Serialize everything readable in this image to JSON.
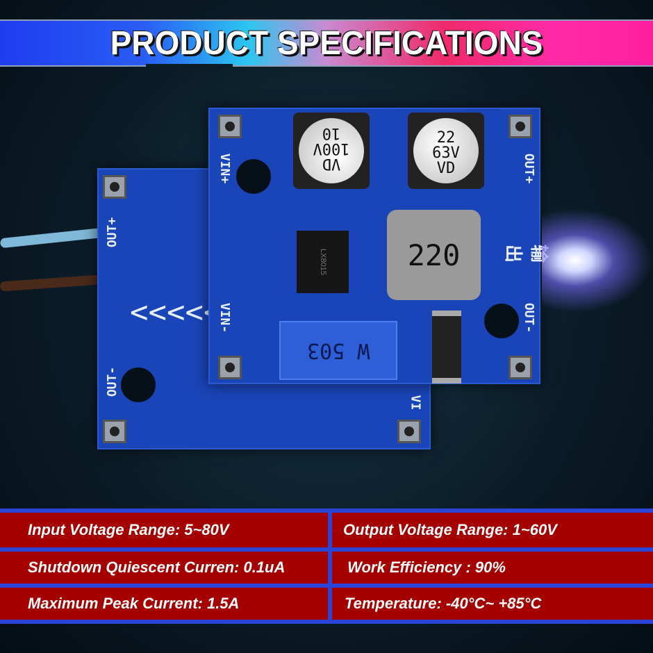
{
  "banner": {
    "title": "PRODUCT SPECIFICATIONS"
  },
  "board": {
    "labels": {
      "vin_plus": "VIN+",
      "vin_minus": "VIN-",
      "out_plus": "OUT+",
      "out_minus": "OUT-",
      "out_plus_back": "OUT+",
      "out_minus_back": "OUT-",
      "vin_back": "VI"
    },
    "cap1": [
      "VD",
      "100V",
      "10"
    ],
    "cap2": [
      "22",
      "63V",
      "VD"
    ],
    "inductor": "220",
    "chip": "LX8015",
    "potentiometer": "W 503",
    "chinese_label": "输出"
  },
  "specs": [
    [
      "Input Voltage Range: 5~80V",
      "Output Voltage Range: 1~60V"
    ],
    [
      "Shutdown Quiescent Curren: 0.1uA",
      " Work Efficiency : 90%"
    ],
    [
      "Maximum Peak Current: 1.5A",
      "Temperature: -40°C~ +85°C"
    ]
  ],
  "colors": {
    "table_bg": "#a40000",
    "table_border": "#2a44d8",
    "pcb": "#1a45b8"
  }
}
